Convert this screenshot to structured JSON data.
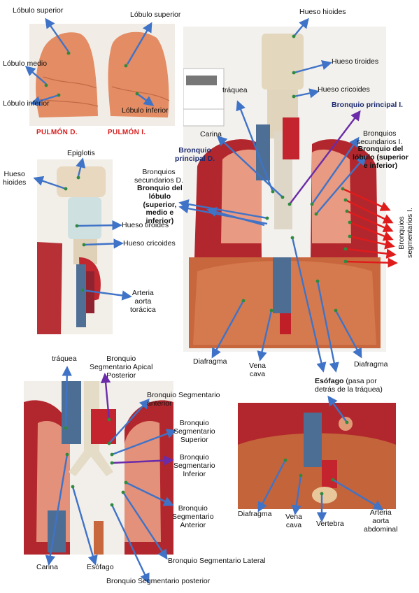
{
  "colors": {
    "arrow_blue": "#3f73c7",
    "arrow_purple": "#6a2ca8",
    "arrow_red": "#e01b1b",
    "label_navy": "#1b2a6e",
    "label_red": "#d81e1e",
    "muscle": "#c9683f",
    "lung_red": "#b7282e",
    "cartilage": "#e4dcc7",
    "vessel_blue": "#4d6e94",
    "dot_green": "#2f8a3e"
  },
  "panel1": {
    "lobulo_superior_d": "Lóbulo superior",
    "lobulo_superior_i": "Lóbulo superior",
    "lobulo_medio": "Lóbulo medio",
    "lobulo_inferior_d": "Lóbulo inferior",
    "lobulo_inferior_i": "Lóbulo inferior",
    "pulmon_d": "PULMÓN D.",
    "pulmon_i": "PULMÓN I."
  },
  "panel2": {
    "epiglotis": "Epiglotis",
    "hueso_hioides": [
      "Hueso",
      "hioides"
    ],
    "bronquios_secundarios_d": [
      "Bronquios",
      "secundarios D."
    ],
    "bronquio_del_lobulo": [
      "Bronquio del",
      "lóbulo",
      "(superior,",
      "medio e",
      "inferior)"
    ],
    "hueso_tiroides": "Hueso tiroides",
    "hueso_cricoides": "Hueso cricoides",
    "arteria_aorta_toracica": [
      "Arteria",
      "aorta",
      "torácica"
    ]
  },
  "panel3": {
    "hueso_hioides": "Hueso hioides",
    "hueso_tiroides": "Hueso tiroides",
    "hueso_cricoides": "Hueso cricoides",
    "traquea": "tráquea",
    "bronquio_principal_i": "Bronquio principal I.",
    "carina": "Carina",
    "bronquio_principal_d": [
      "Bronquio",
      "principal D."
    ],
    "bronquios_secundarios_i": [
      "Bronquios",
      "secundarios I."
    ],
    "bronquio_del_lobulo_i": [
      "Bronquio del",
      "lóbulo (superior",
      "e inferior)"
    ],
    "bronquios_segmentarios_i": [
      "Bronquios",
      "segmentarios I."
    ],
    "diafragma_left": "Diafragma",
    "vena_cava": [
      "Vena",
      "cava"
    ],
    "diafragma_right": "Diafragma",
    "esofago_bold": "Esófago",
    "esofago_rest": " (pasa por",
    "esofago_line2": "detrás de la tráquea)"
  },
  "panel4": {
    "traquea": "tráquea",
    "bronquio_apical_posterior": [
      "Bronquio",
      "Segmentario Apical",
      "Posterior"
    ],
    "bronquio_anterior": [
      "Bronquio Segmentario",
      "anterior"
    ],
    "bronquio_superior": [
      "Bronquio",
      "Segmentario",
      "Superior"
    ],
    "bronquio_inferior": [
      "Bronquio",
      "Segmentario",
      "Inferior"
    ],
    "bronquio_anterior2": [
      "Bronquio",
      "Segmentario",
      "Anterior"
    ],
    "bronquio_lateral": "Bronquio Segmentario Lateral",
    "bronquio_posterior": "Bronquio Segmentario posterior",
    "carina": "Carina",
    "esofago": "Esófago"
  },
  "panel5": {
    "diafragma": "Diafragma",
    "vena_cava": [
      "Vena",
      "cava"
    ],
    "vertebra": "Vertebra",
    "arteria_aorta_abdominal": [
      "Arteria",
      "aorta",
      "abdominal"
    ]
  }
}
